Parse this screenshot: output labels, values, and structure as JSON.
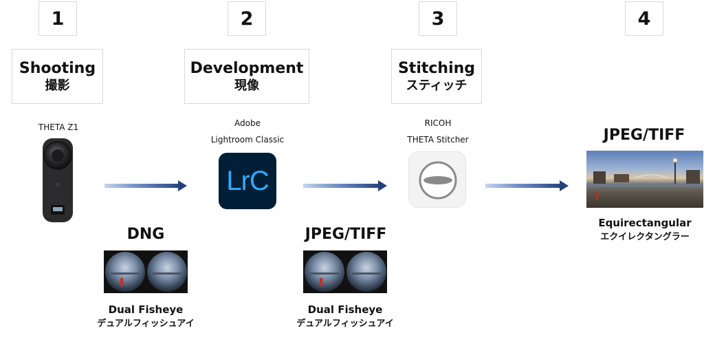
{
  "steps": [
    {
      "number": "1",
      "title_en": "Shooting",
      "title_jp": "撮影"
    },
    {
      "number": "2",
      "title_en": "Development",
      "title_jp": "現像"
    },
    {
      "number": "3",
      "title_en": "Stitching",
      "title_jp": "スティッチ"
    },
    {
      "number": "4"
    }
  ],
  "devices": {
    "camera": {
      "caption": "THETA Z1",
      "icon": "camera-icon"
    },
    "lightroom": {
      "caption_line1": "Adobe",
      "caption_line2": "Lightroom Classic",
      "logo_text": "LrC",
      "logo_bg": "#001e36",
      "logo_fg": "#31a8ff"
    },
    "stitcher": {
      "caption_line1": "RICOH",
      "caption_line2": "THETA Stitcher",
      "icon": "theta-stitcher-icon"
    }
  },
  "outputs": [
    {
      "format": "DNG",
      "label_en": "Dual Fisheye",
      "label_jp": "デュアルフィッシュアイ"
    },
    {
      "format": "JPEG/TIFF",
      "label_en": "Dual Fisheye",
      "label_jp": "デュアルフィッシュアイ"
    },
    {
      "format": "JPEG/TIFF",
      "label_en": "Equirectangular",
      "label_jp": "エクイレクタングラー"
    }
  ],
  "colors": {
    "arrow_dark": "#23427a",
    "arrow_light": "#c7d3ea",
    "box_border": "#d9d9d9"
  }
}
